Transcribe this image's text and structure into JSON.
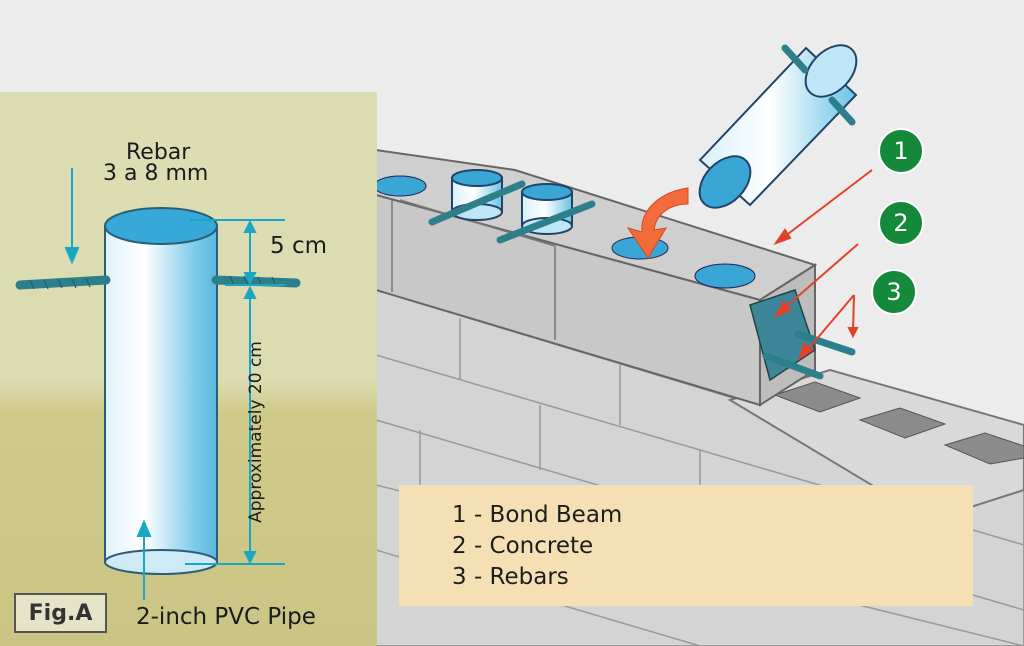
{
  "figure_a": {
    "rebar_label": "Rebar",
    "rebar_size": "3 a 8 mm",
    "gap_label": "5 cm",
    "height_label": "Approximately 20 cm",
    "pipe_label": "2-inch PVC Pipe",
    "tag": "Fig.A"
  },
  "badges": [
    "1",
    "2",
    "3"
  ],
  "legend": {
    "items": [
      "1 - Bond Beam",
      "2 - Concrete",
      "3 - Rebars"
    ]
  },
  "colors": {
    "badge_green": "#14893a",
    "arrow_red": "#e0422a",
    "pipe_blue": "#3aa6d6",
    "rebar_teal": "#2e7f8c",
    "legend_bg": "#f4e0b4",
    "panel_bg": "#ddddb4"
  }
}
